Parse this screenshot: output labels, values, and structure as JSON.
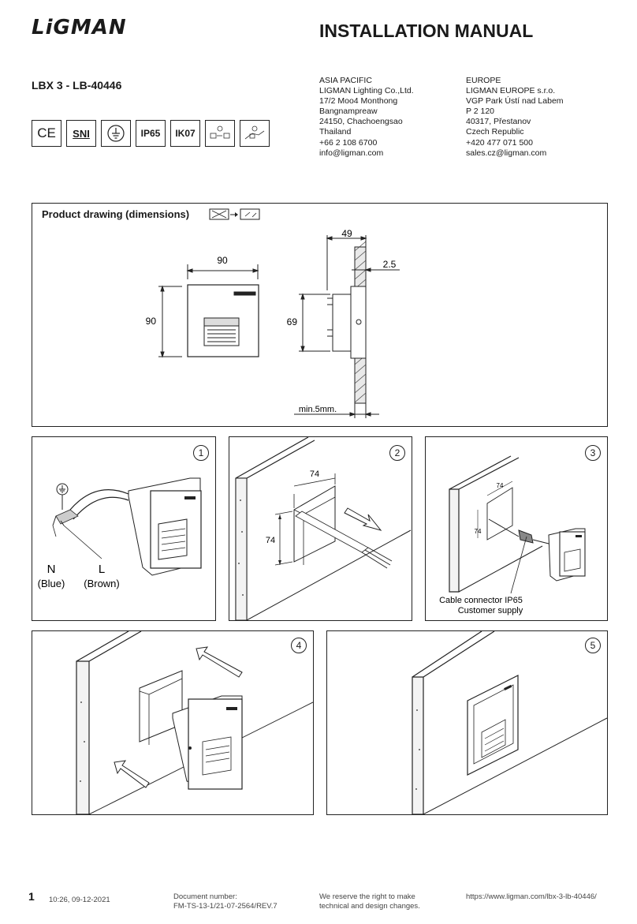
{
  "header": {
    "brand": "LiGMAN",
    "title": "INSTALLATION MANUAL",
    "model": "LBX 3 - LB-40446"
  },
  "asia": [
    "ASIA PACIFIC",
    "LIGMAN Lighting Co.,Ltd.",
    "17/2 Moo4 Monthong",
    "Bangnampreaw",
    "24150, Chachoengsao",
    "Thailand",
    "+66 2 108 6700",
    "info@ligman.com"
  ],
  "europe": [
    "EUROPE",
    "LIGMAN EUROPE s.r.o.",
    "VGP Park Ústí nad Labem",
    "P 2 120",
    "40317, Přestanov",
    "Czech Republic",
    "+420 477 071 500",
    "sales.cz@ligman.com"
  ],
  "certs": {
    "ce": "CE",
    "sni": "SNI",
    "ip": "IP65",
    "ik": "IK07",
    "icons": [
      "ce-mark-icon",
      "sni-mark-icon",
      "earth-ground-icon",
      "install-surface-icon",
      "install-wall-icon"
    ]
  },
  "drawing": {
    "title": "Product drawing (dimensions)",
    "dims": {
      "width": "90",
      "height": "90",
      "depth": "49",
      "inner_height": "69",
      "plate": "2.5",
      "min_wall": "min.5mm."
    }
  },
  "steps": {
    "s1": {
      "number": "1",
      "n_label": "N",
      "l_label": "L",
      "n_color": "(Blue)",
      "l_color": "(Brown)"
    },
    "s2": {
      "number": "2",
      "cut_w": "74",
      "cut_h": "74"
    },
    "s3": {
      "number": "3",
      "cut_w": "74",
      "cut_h": "74",
      "connector_label": "Cable connector IP65",
      "supply_label": "Customer supply"
    },
    "s4": {
      "number": "4"
    },
    "s5": {
      "number": "5"
    }
  },
  "footer": {
    "page": "1",
    "timestamp": "10:26, 09-12-2021",
    "doc_label": "Document number:",
    "doc_number": "FM-TS-13-1/21-07-2564/REV.7",
    "reserve_1": "We reserve the right to make",
    "reserve_2": "technical and design changes.",
    "url": "https://www.ligman.com/lbx-3-lb-40446/"
  }
}
